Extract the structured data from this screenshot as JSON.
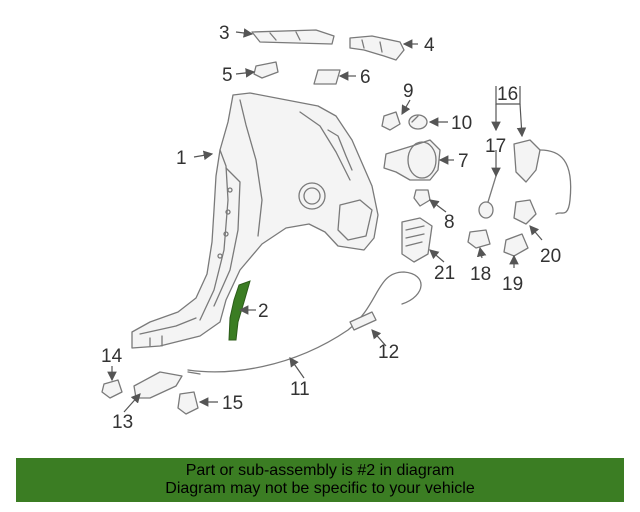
{
  "diagram": {
    "labels": {
      "p1": "1",
      "p2": "2",
      "p3": "3",
      "p4": "4",
      "p5": "5",
      "p6": "6",
      "p7": "7",
      "p8": "8",
      "p9": "9",
      "p10": "10",
      "p11": "11",
      "p12": "12",
      "p13": "13",
      "p14": "14",
      "p15": "15",
      "p16": "16",
      "p17": "17",
      "p18": "18",
      "p19": "19",
      "p20": "20",
      "p21": "21"
    },
    "highlight_color": "#3b7d23",
    "highlighted_part": "2"
  },
  "banner": {
    "line1": "Part or sub-assembly is #2 in diagram",
    "line2": "Diagram may not be specific to your vehicle",
    "background": "#3b7d23"
  }
}
